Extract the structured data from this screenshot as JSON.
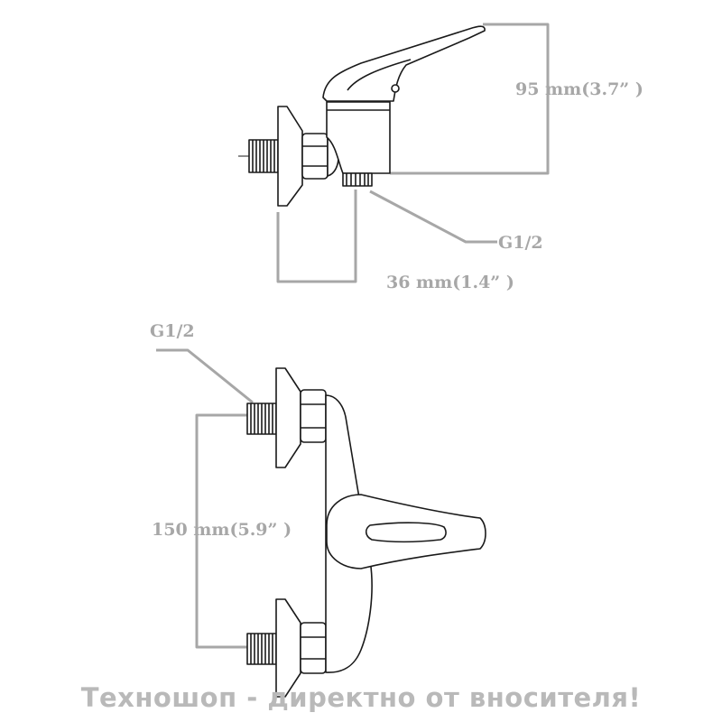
{
  "labels": {
    "top_height": "95 mm(3.7” )",
    "top_outlet_thread": "G1/2",
    "top_depth": "36 mm(1.4” )",
    "bottom_inlet_thread": "G1/2",
    "bottom_spacing": "150 mm(5.9” )"
  },
  "watermark": "Техношоп - директно от вносителя!",
  "colors": {
    "outline": "#1a1a1a",
    "dimension": "#a7a7a7",
    "watermark": "#b9b9b9"
  }
}
